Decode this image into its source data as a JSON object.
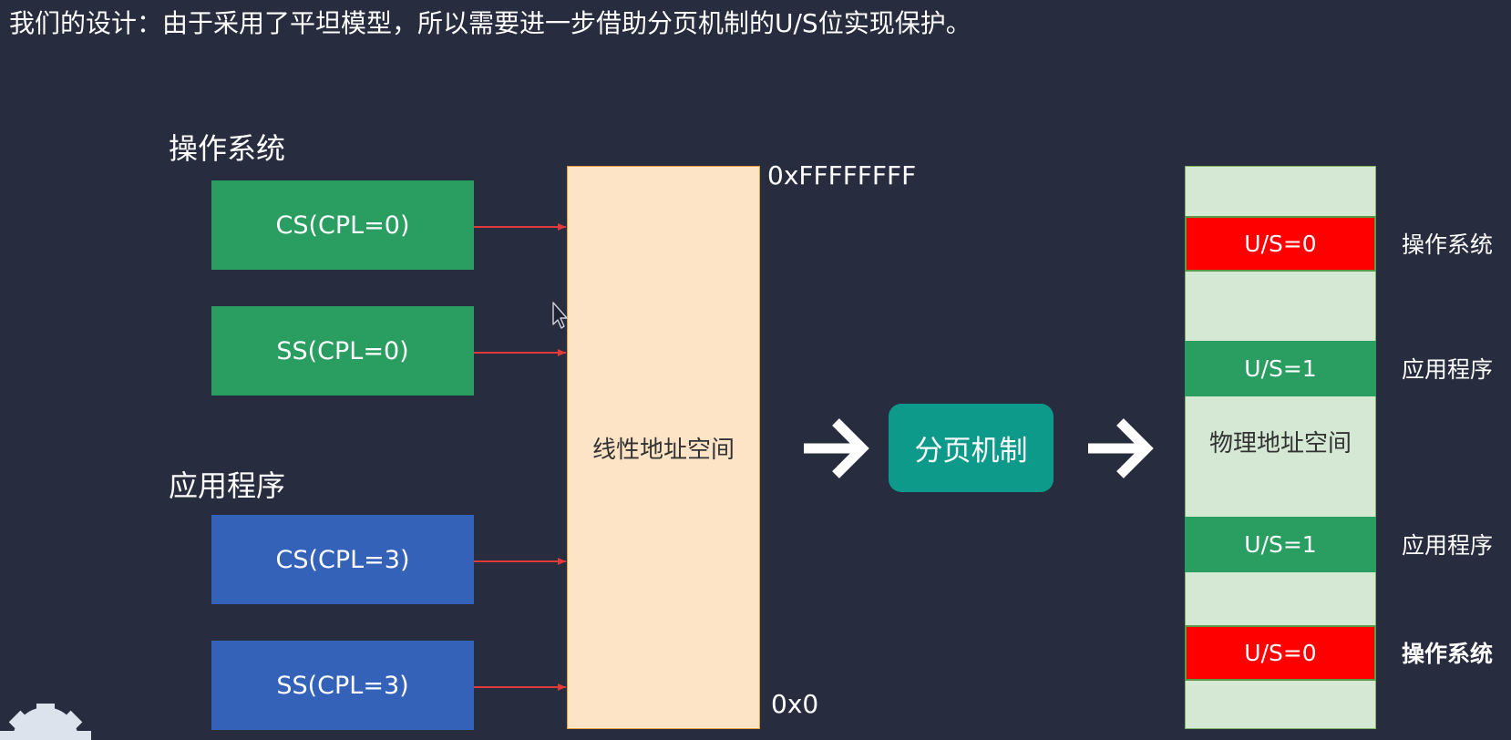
{
  "title": "我们的设计：由于采用了平坦模型，所以需要进一步借助分页机制的U/S位实现保护。",
  "os_group": {
    "label": "操作系统",
    "cs": "CS(CPL=0)",
    "ss": "SS(CPL=0)"
  },
  "app_group": {
    "label": "应用程序",
    "cs": "CS(CPL=3)",
    "ss": "SS(CPL=3)"
  },
  "linear_space": {
    "label": "线性地址空间",
    "top_addr": "0xFFFFFFFF",
    "bottom_addr": "0x0"
  },
  "paging": {
    "label": "分页机制"
  },
  "physical_space": {
    "label": "物理地址空间",
    "pages": [
      {
        "text": "U/S=0",
        "owner": "操作系统"
      },
      {
        "text": "U/S=1",
        "owner": "应用程序"
      },
      {
        "text": "U/S=1",
        "owner": "应用程序"
      },
      {
        "text": "U/S=0",
        "owner": "操作系统"
      }
    ]
  },
  "icons": [
    "arrow-right-icon",
    "mouse-cursor-icon",
    "gear-icon"
  ],
  "colors": {
    "background": "#272d3e",
    "os_segment": "#2a9d61",
    "app_segment": "#3562b9",
    "linear_fill": "#fde4c6",
    "physical_fill": "#d5e8d4",
    "kernel_page": "#ff0000",
    "user_page": "#2a9d61",
    "paging_box": "#0d9a8a",
    "connector": "#e03a3a"
  }
}
